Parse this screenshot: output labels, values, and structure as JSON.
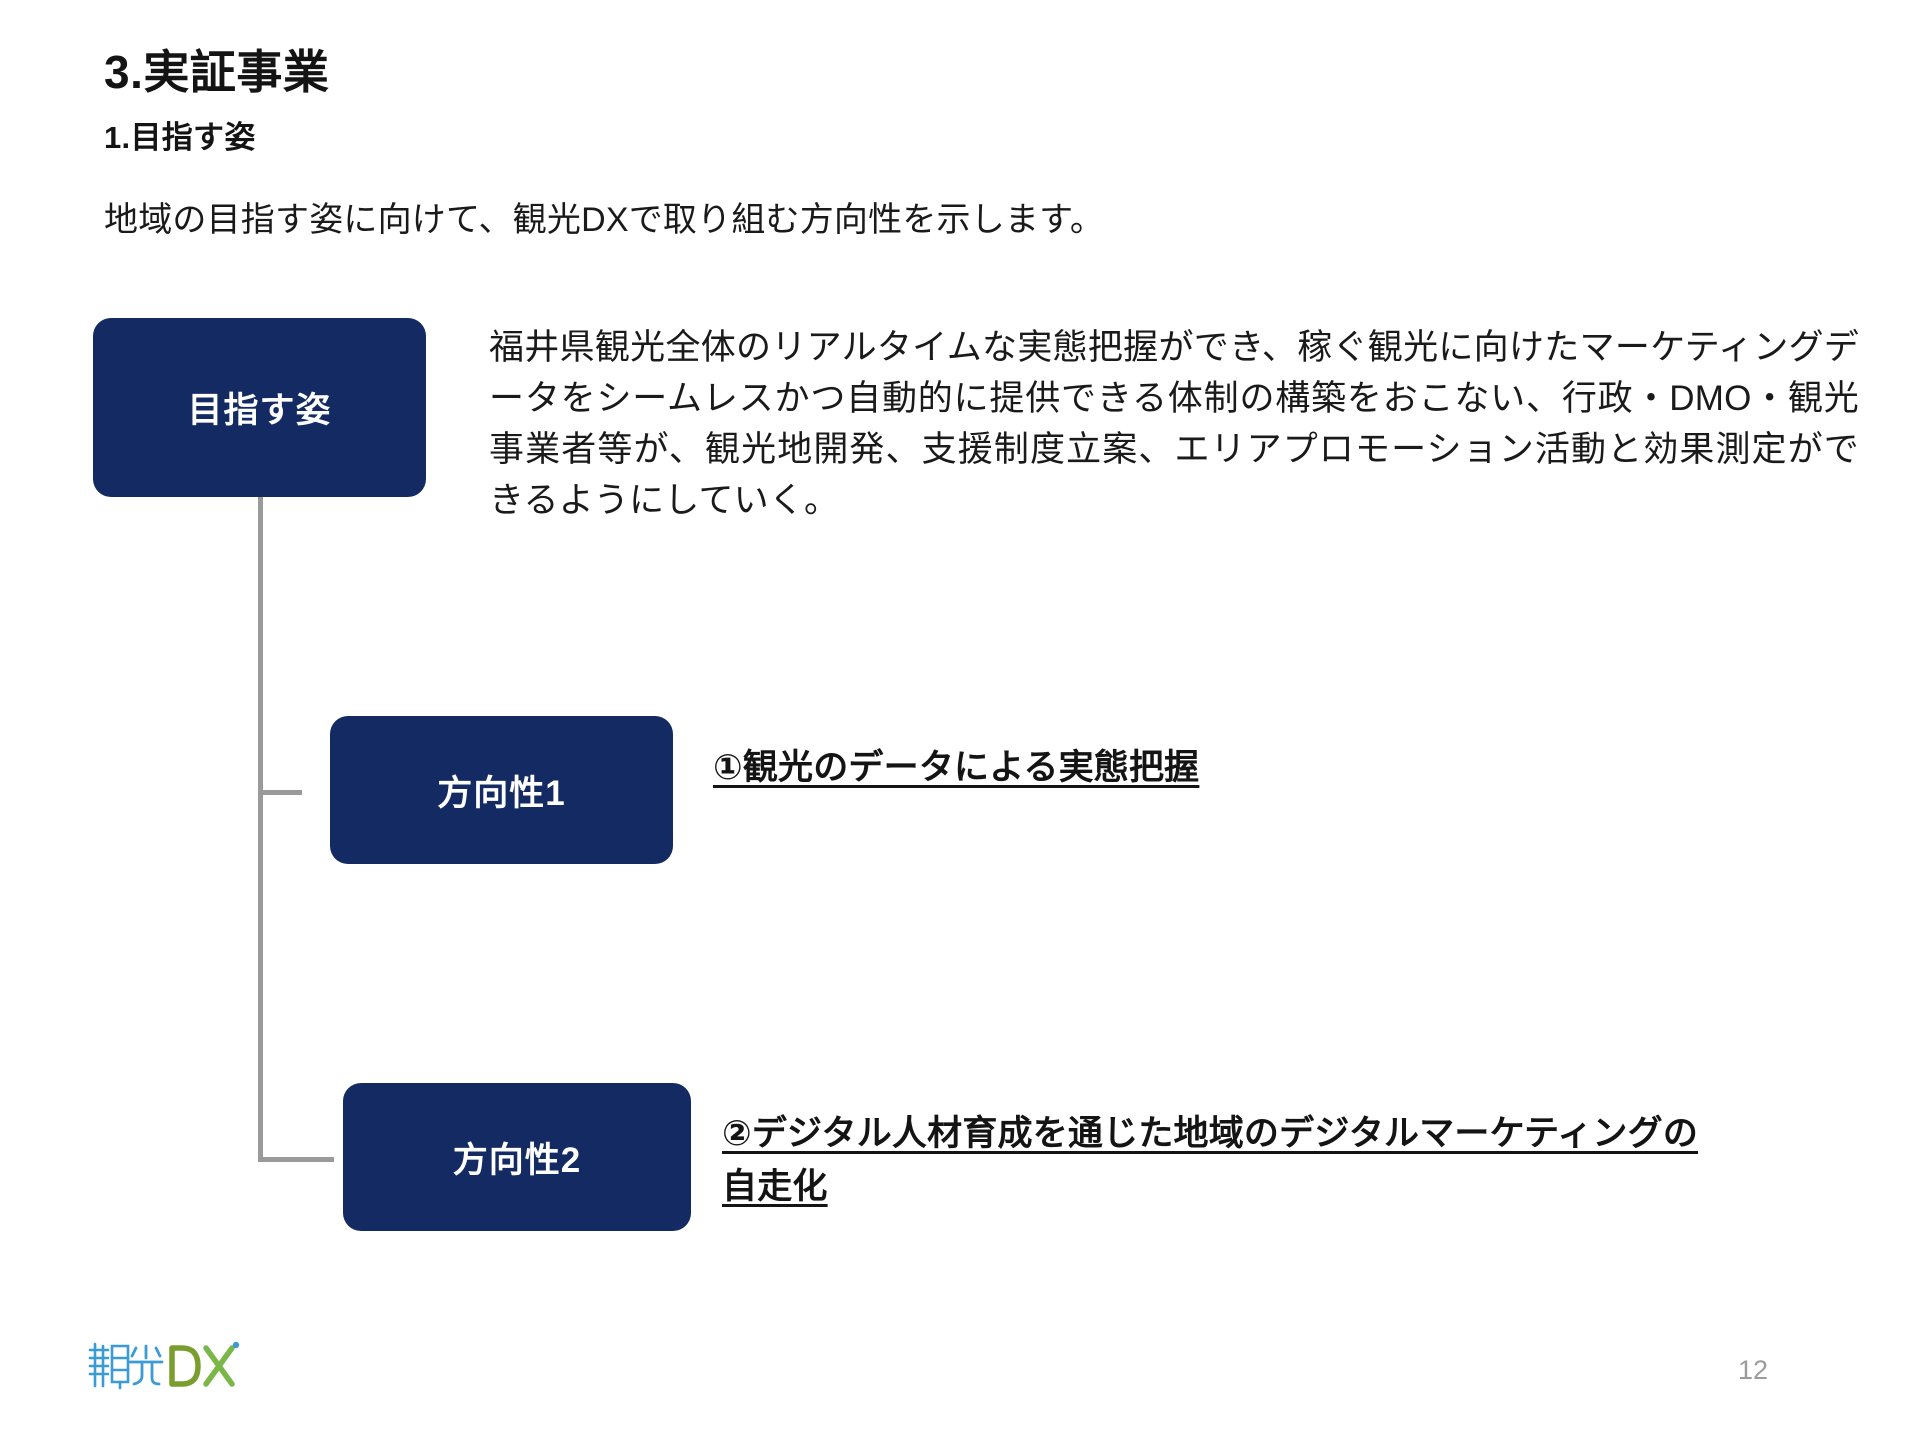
{
  "slide": {
    "title": "3.実証事業",
    "subtitle": "1.目指す姿",
    "lead": "地域の目指す姿に向けて、観光DXで取り組む方向性を示します。",
    "page_number": "12",
    "colors": {
      "navy_box": "#132a63",
      "connector_line": "#9a9a9a",
      "text": "#1a1a1a",
      "page_number": "#9b9b9b",
      "logo_blue": "#3a9bd5",
      "logo_green": "#7ab648"
    }
  },
  "diagram": {
    "goal": {
      "box_label": "目指す姿",
      "description": "福井県観光全体のリアルタイムな実態把握ができ、稼ぐ観光に向けたマーケティングデータをシームレスかつ自動的に提供できる体制の構築をおこない、行政・DMO・観光事業者等が、観光地開発、支援制度立案、エリアプロモーション活動と効果測定ができるようにしていく。"
    },
    "directions": [
      {
        "box_label": "方向性1",
        "heading": "①観光のデータによる実態把握"
      },
      {
        "box_label": "方向性2",
        "heading_line1": "②デジタル人材育成を通じた地域のデジタルマーケティングの",
        "heading_line2": "自走化"
      }
    ]
  },
  "footer": {
    "logo_text": "観光DX"
  }
}
